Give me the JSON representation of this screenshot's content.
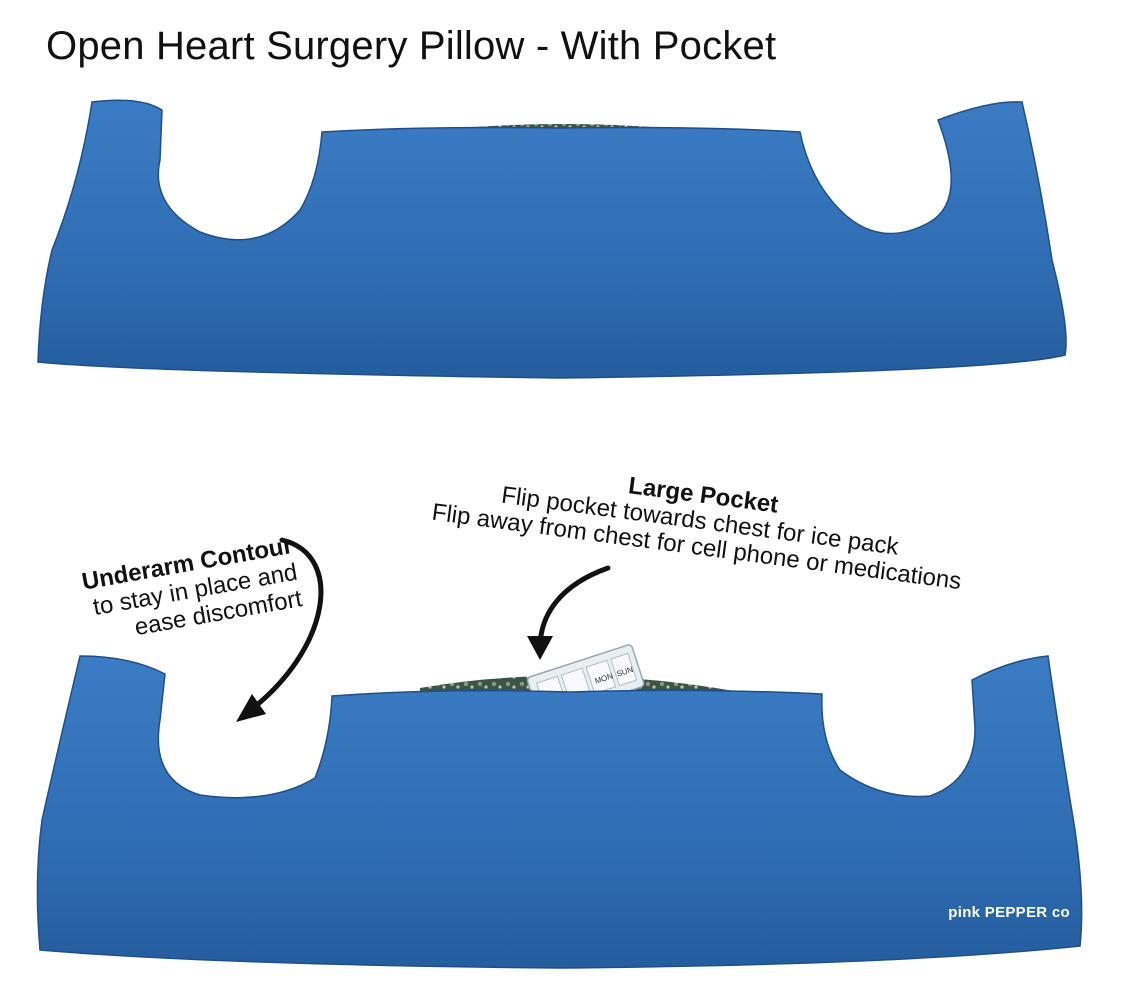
{
  "title": "Open Heart Surgery Pillow - With Pocket",
  "callouts": {
    "underarm": {
      "heading": "Underarm Contour",
      "line1": "to stay in place and",
      "line2": "ease discomfort"
    },
    "pocket": {
      "heading": "Large Pocket",
      "line1": "Flip pocket towards chest for ice pack",
      "line2": "Flip away from chest for cell phone or medications"
    }
  },
  "watermark": "pink PEPPER co",
  "pill_box_labels": [
    "MON",
    "SUN"
  ],
  "colors": {
    "pillow_blue": "#2f6db3",
    "pillow_shadow": "#1f4f8a",
    "pocket_fabric": "#3a5548",
    "background": "#ffffff",
    "text": "#111111"
  }
}
